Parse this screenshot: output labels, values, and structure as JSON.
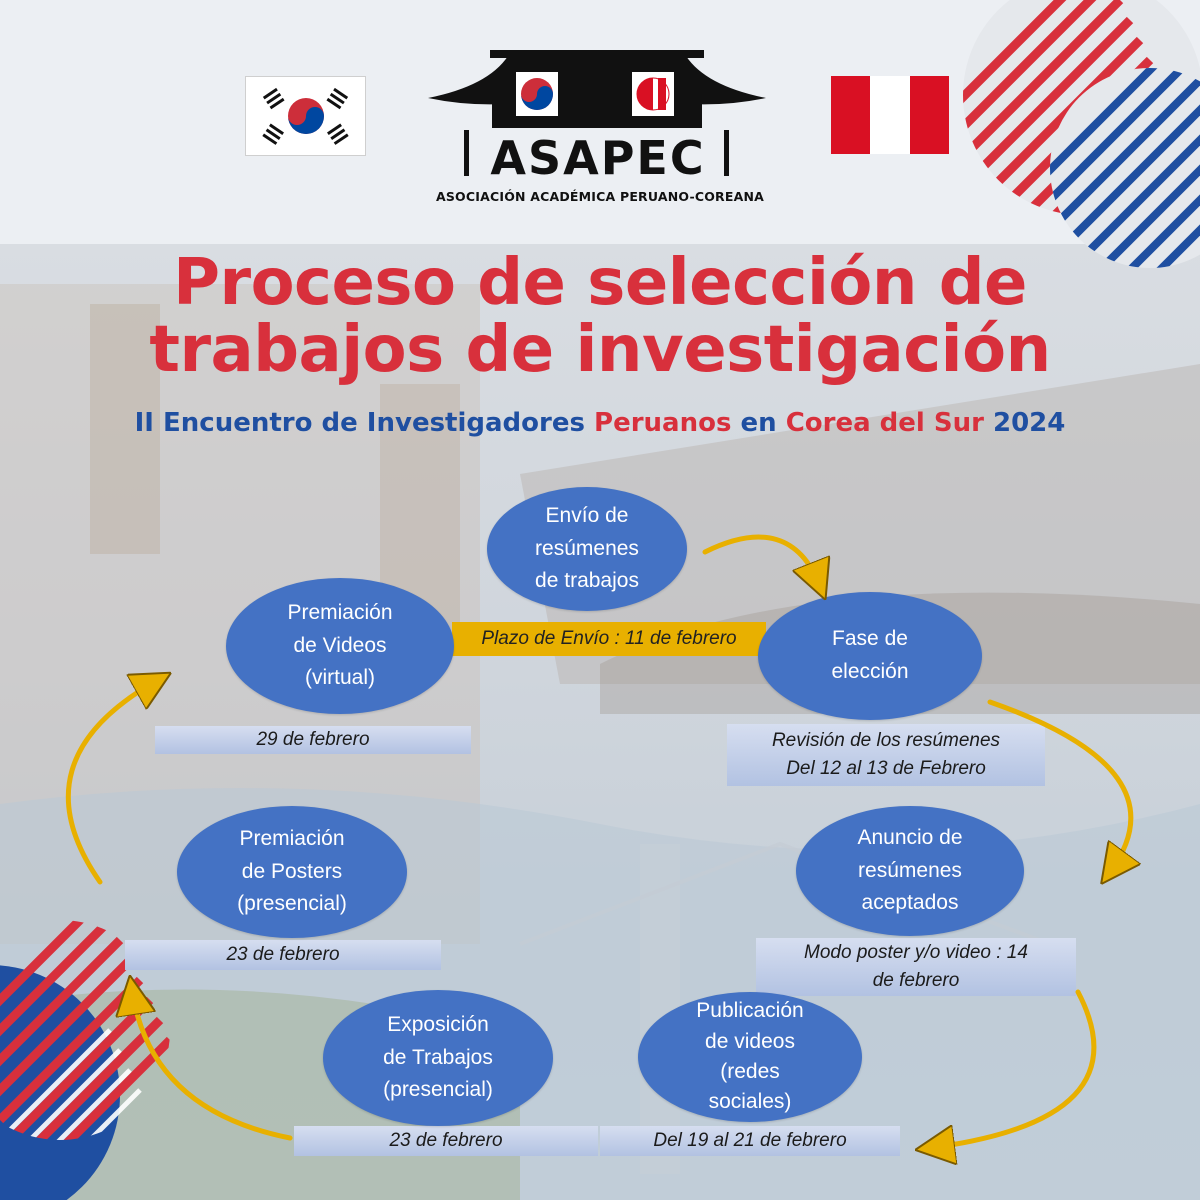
{
  "header": {
    "logo_text": "ASAPEC",
    "logo_subtitle": "ASOCIACIÓN ACADÉMICA PERUANO-COREANA"
  },
  "title": {
    "line1": "Proceso de selección de",
    "line2": "trabajos de investigación"
  },
  "subtitle": {
    "part1": "II Encuentro de Investigadores ",
    "part2": "Peruanos",
    "part3": " en ",
    "part4": "Corea del Sur",
    "part5": " 2024"
  },
  "steps": {
    "envio": {
      "line1": "Envío de",
      "line2": "resúmenes",
      "line3": "de trabajos",
      "date": "Plazo de Envío : 11 de febrero"
    },
    "eleccion": {
      "line1": "Fase de",
      "line2": "elección",
      "date_line1": "Revisión de los resúmenes",
      "date_line2": "Del 12 al 13 de Febrero"
    },
    "anuncio": {
      "line1": "Anuncio de",
      "line2": "resúmenes",
      "line3": "aceptados",
      "date_line1": "Modo poster y/o video : 14",
      "date_line2": "de febrero"
    },
    "publicacion": {
      "line1": "Publicación",
      "line2": "de videos",
      "line3": "(redes",
      "line4": "sociales)",
      "date": "Del 19 al 21 de febrero"
    },
    "exposicion": {
      "line1": "Exposición",
      "line2": "de Trabajos",
      "line3": "(presencial)",
      "date": "23 de febrero"
    },
    "posters": {
      "line1": "Premiación",
      "line2": "de Posters",
      "line3": "(presencial)",
      "date": "23 de febrero"
    },
    "videos": {
      "line1": "Premiación",
      "line2": "de Videos",
      "line3": "(virtual)",
      "date": "29 de febrero"
    }
  },
  "colors": {
    "title_red": "#d8303c",
    "subtitle_blue": "#1f4fa1",
    "node_blue": "#4472c4",
    "arrow_gold": "#e8b000"
  }
}
